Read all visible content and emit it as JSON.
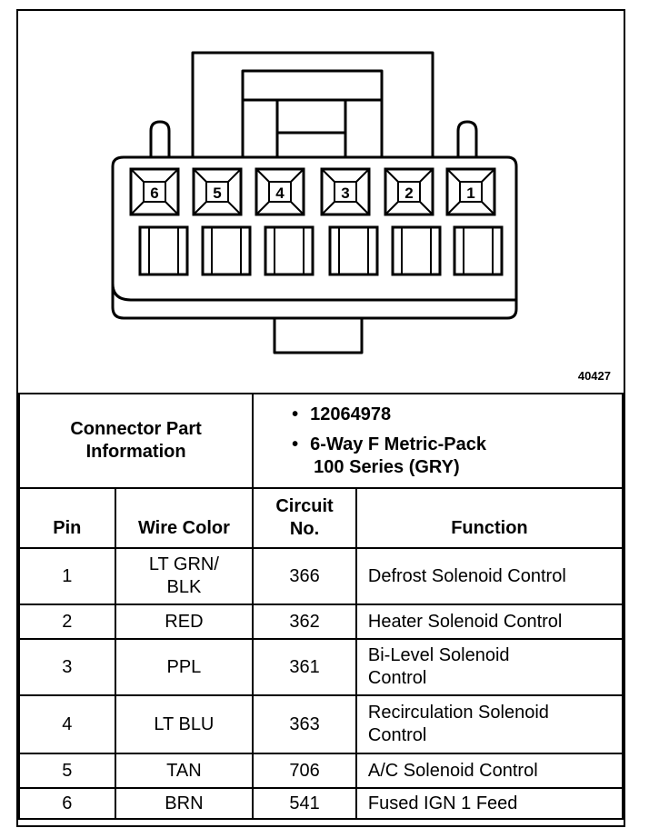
{
  "figure_id": "40427",
  "connector_info": {
    "label_line1": "Connector Part",
    "label_line2": "Information",
    "part_number": "12064978",
    "description_line1": "6-Way F Metric-Pack",
    "description_line2": "100 Series (GRY)",
    "bullet": "•"
  },
  "connector_pins": [
    "6",
    "5",
    "4",
    "3",
    "2",
    "1"
  ],
  "table": {
    "headers": {
      "pin": "Pin",
      "wire_color": "Wire Color",
      "circuit_line1": "Circuit",
      "circuit_line2": "No.",
      "function": "Function"
    },
    "rows": [
      {
        "pin": "1",
        "wire_line1": "LT GRN/",
        "wire_line2": "BLK",
        "circuit": "366",
        "func_line1": "Defrost Solenoid Control",
        "func_line2": ""
      },
      {
        "pin": "2",
        "wire_line1": "RED",
        "wire_line2": "",
        "circuit": "362",
        "func_line1": "Heater Solenoid Control",
        "func_line2": ""
      },
      {
        "pin": "3",
        "wire_line1": "PPL",
        "wire_line2": "",
        "circuit": "361",
        "func_line1": "Bi-Level Solenoid",
        "func_line2": "Control"
      },
      {
        "pin": "4",
        "wire_line1": "LT BLU",
        "wire_line2": "",
        "circuit": "363",
        "func_line1": "Recirculation Solenoid",
        "func_line2": "Control"
      },
      {
        "pin": "5",
        "wire_line1": "TAN",
        "wire_line2": "",
        "circuit": "706",
        "func_line1": "A/C Solenoid Control",
        "func_line2": ""
      },
      {
        "pin": "6",
        "wire_line1": "BRN",
        "wire_line2": "",
        "circuit": "541",
        "func_line1": "Fused IGN 1 Feed",
        "func_line2": ""
      }
    ]
  }
}
